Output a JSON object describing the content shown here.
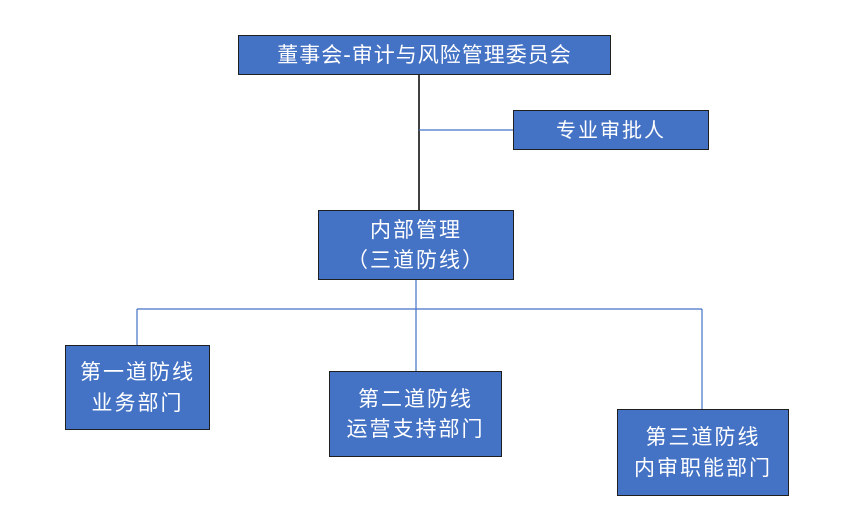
{
  "nodes": {
    "board": {
      "lines": [
        "董事会-审计与风险管理委员会"
      ]
    },
    "approver": {
      "lines": [
        "专业审批人"
      ]
    },
    "internal": {
      "lines": [
        "内部管理",
        "（三道防线）"
      ]
    },
    "line1": {
      "lines": [
        "第一道防线",
        "业务部门"
      ]
    },
    "line2": {
      "lines": [
        "第二道防线",
        "运营支持部门"
      ]
    },
    "line3": {
      "lines": [
        "第三道防线",
        "内审职能部门"
      ]
    }
  },
  "colors": {
    "box_fill": "#4472c4",
    "box_border": "#1f1f1f",
    "box_text": "#ffffff",
    "main_connector": "#000000",
    "branch_connector": "#4472c4"
  }
}
